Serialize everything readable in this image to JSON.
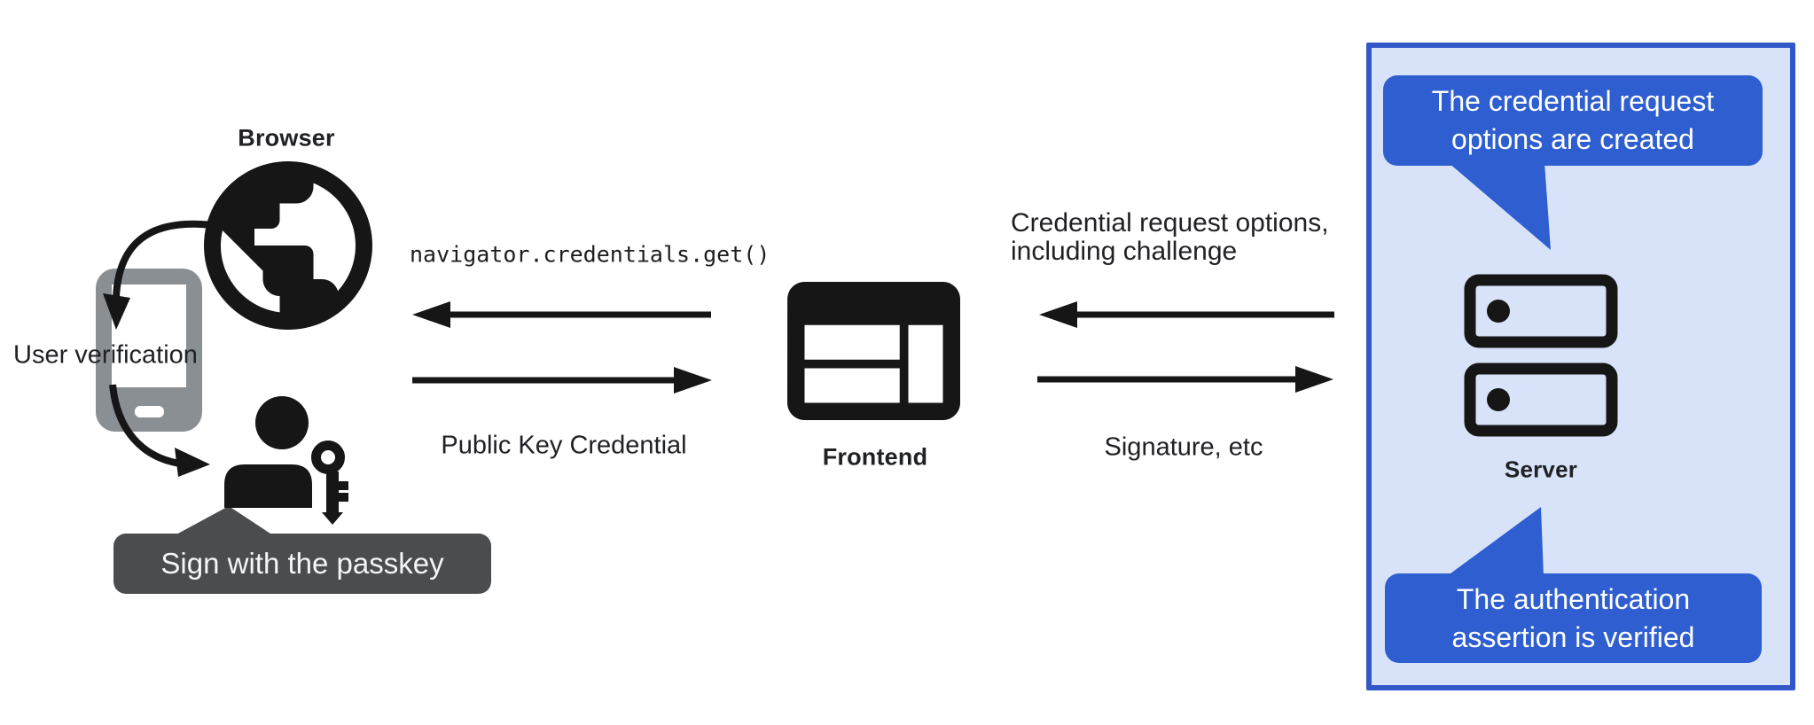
{
  "colors": {
    "ink": "#161616",
    "text": "#202124",
    "blue": "#2E5ECF",
    "panel-fill": "#D8E3F9",
    "panel-border": "#3157C8",
    "tooltip-bg": "#4A4C4E",
    "phone-gray": "#8A8F94",
    "bubble-text": "#FFFFFF"
  },
  "nodes": {
    "browser": {
      "label": "Browser",
      "icon": "globe-icon"
    },
    "user_verification": {
      "label": "User verification",
      "icon": "smartphone-icon"
    },
    "passkey_user": {
      "icon": "person-icon"
    },
    "passkey_key": {
      "icon": "key-icon"
    },
    "sign_tooltip": {
      "label": "Sign with the passkey"
    },
    "frontend": {
      "label": "Frontend",
      "icon": "browser-window-icon"
    },
    "server": {
      "label": "Server",
      "icon": "server-stack-icon"
    }
  },
  "messages": {
    "browser_call": "navigator.credentials.get()",
    "browser_return": "Public Key Credential",
    "server_to_frontend_line1": "Credential request options,",
    "server_to_frontend_line2": "including challenge",
    "frontend_to_server": "Signature, etc"
  },
  "callouts": {
    "request_created": "The credential request options are created",
    "assertion_verified": "The authentication assertion is verified"
  }
}
